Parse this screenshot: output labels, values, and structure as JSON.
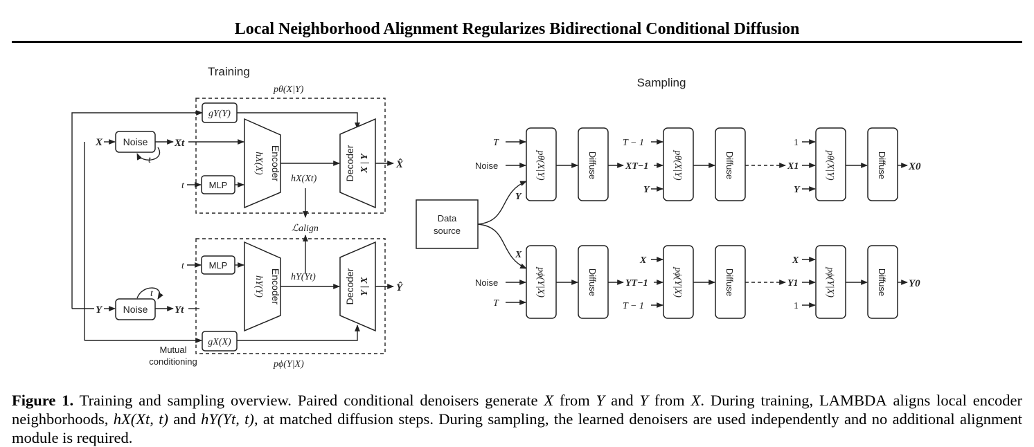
{
  "header": {
    "running_title": "Local Neighborhood Alignment Regularizes Bidirectional Conditional Diffusion"
  },
  "figure": {
    "training_title": "Training",
    "sampling_title": "Sampling",
    "training": {
      "top_group_label": "pθ(X|Y)",
      "bottom_group_label": "pϕ(Y|X)",
      "top": {
        "input": "X",
        "noise": "Noise",
        "noise_loop": "t",
        "noised": "Xt",
        "t_input": "t",
        "mlp": "MLP",
        "cond_module": "gY(Y)",
        "encoder": "Encoder",
        "encoder_fn": "hX(X)",
        "feature": "hX(Xt)",
        "decoder": "Decoder",
        "decoder_cond": "X | Y",
        "output": "X̂"
      },
      "align_loss": "ℒalign",
      "bottom": {
        "input": "Y",
        "noise": "Noise",
        "noise_loop": "t",
        "noised": "Yt",
        "t_input": "t",
        "mlp": "MLP",
        "cond_module": "gX(X)",
        "encoder": "Encoder",
        "encoder_fn": "hY(Y)",
        "feature": "hY(Yt)",
        "decoder": "Decoder",
        "decoder_cond": "Y | X",
        "output": "Ŷ"
      },
      "mutual_label_1": "Mutual",
      "mutual_label_2": "conditioning"
    },
    "sampling": {
      "data_source_1": "Data",
      "data_source_2": "source",
      "branch_top": "Y",
      "branch_bottom": "X",
      "top_row": {
        "inputs": [
          "T",
          "Noise",
          "T − 1",
          "XT−1",
          "Y",
          "1",
          "X1",
          "Y"
        ],
        "denoiser": "pθ(X|Y)",
        "diffuse": "Diffuse",
        "final": "X0"
      },
      "bottom_row": {
        "inputs": [
          "Noise",
          "T",
          "X",
          "YT−1",
          "T − 1",
          "X",
          "Y1",
          "1"
        ],
        "denoiser": "pϕ(Y|X)",
        "diffuse": "Diffuse",
        "final": "Y0"
      }
    }
  },
  "caption": {
    "label": "Figure 1.",
    "seg1": " Training and sampling overview. Paired conditional denoisers generate ",
    "X": "X",
    "from1": " from ",
    "Y": "Y",
    "and": " and ",
    "Y2": "Y",
    "from2": " from ",
    "X2": "X",
    "seg2": ". During training, ",
    "method": "LAMBDA",
    "seg3": " aligns local encoder neighborhoods, ",
    "hx": "hX(Xt, t)",
    "and2": " and ",
    "hy": "hY(Yt, t)",
    "seg4": ", at matched diffusion steps. During sampling, the learned denoisers are used independently and no additional alignment module is required."
  }
}
